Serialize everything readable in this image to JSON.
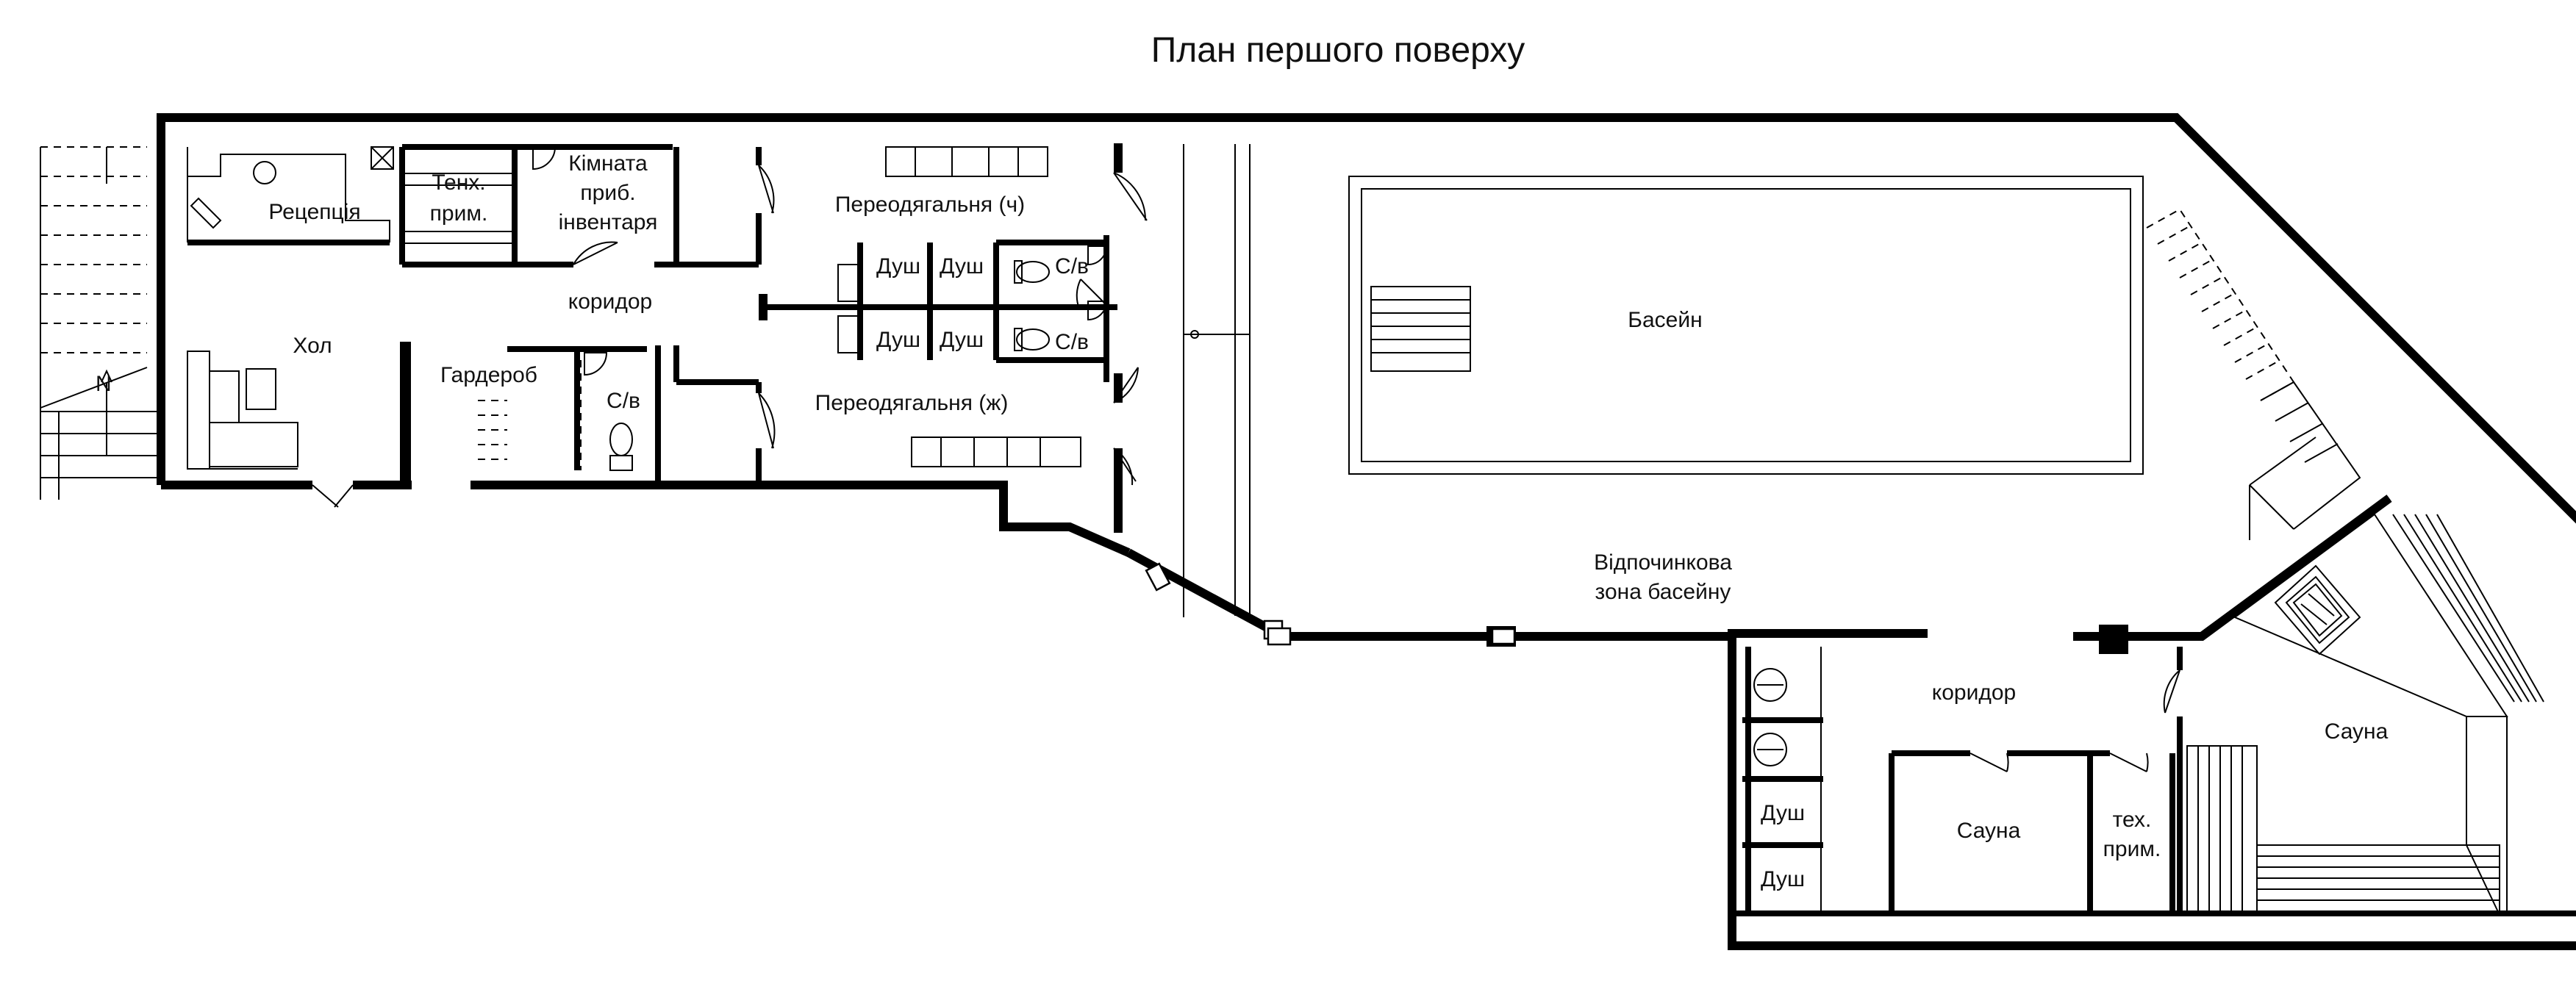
{
  "title": "План першого поверху",
  "rooms": {
    "reception": "Рецепція",
    "tech_room_1": "Тенх.",
    "tech_room_1b": "прим.",
    "inventory_1": "Кімната",
    "inventory_2": "приб.",
    "inventory_3": "інвентаря",
    "locker_men": "Переодягальня (ч)",
    "corridor_main": "коридор",
    "hall": "Хол",
    "wardrobe": "Гардероб",
    "wc_hall": "С/в",
    "shower_1": "Душ",
    "shower_2": "Душ",
    "shower_3": "Душ",
    "shower_4": "Душ",
    "wc_men": "С/в",
    "wc_women": "С/в",
    "locker_women": "Переодягальня (ж)",
    "pool": "Басейн",
    "rest_zone_1": "Відпочинкова",
    "rest_zone_2": "зона басейну",
    "corridor_sauna": "коридор",
    "sauna_big": "Сауна",
    "sauna_small": "Сауна",
    "tech_room_2a": "тех.",
    "tech_room_2b": "прим.",
    "shower_sauna_1": "Душ",
    "shower_sauna_2": "Душ"
  },
  "icons": {
    "compass": "north-arrow-icon",
    "stairs": "stairs-icon",
    "door": "door-swing-icon",
    "toilet": "toilet-icon",
    "stove": "sauna-stove-icon"
  }
}
